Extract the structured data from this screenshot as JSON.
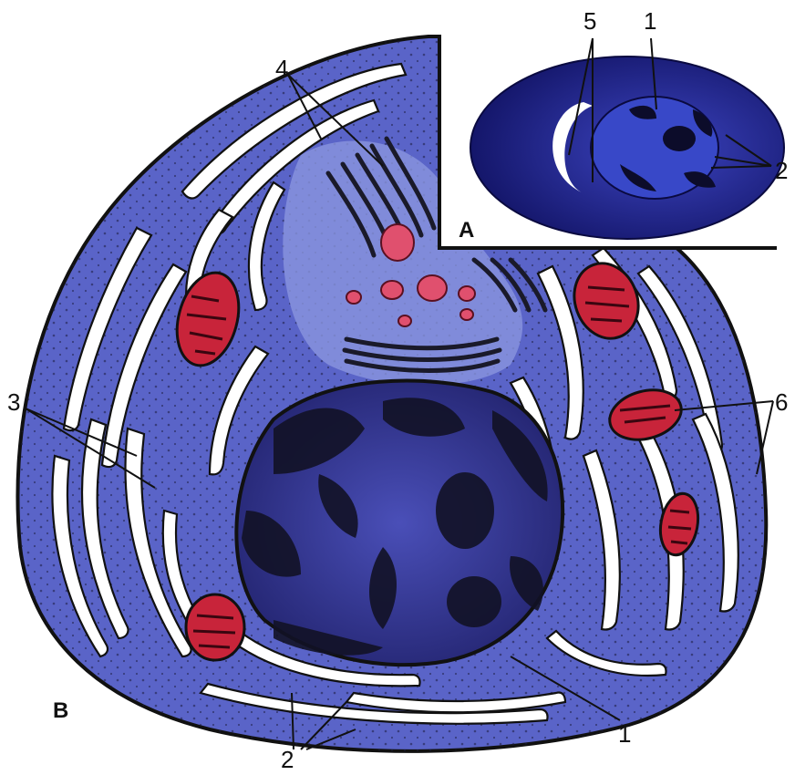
{
  "figure": {
    "panels": {
      "a": "A",
      "b": "B"
    },
    "labels": {
      "l1_top": "1",
      "l5": "5",
      "l2_inset": "2",
      "l4": "4",
      "l3": "3",
      "l6": "6",
      "l1_bottom": "1",
      "l2_bottom": "2"
    },
    "colors": {
      "cytoplasm": "#5a64c8",
      "cytoplasm_light": "#8a95de",
      "nucleus": "#2a2a8a",
      "chromatin": "#121226",
      "mitochondria": "#c8243a",
      "vesicles": "#e0506e",
      "membrane": "#111111"
    }
  }
}
